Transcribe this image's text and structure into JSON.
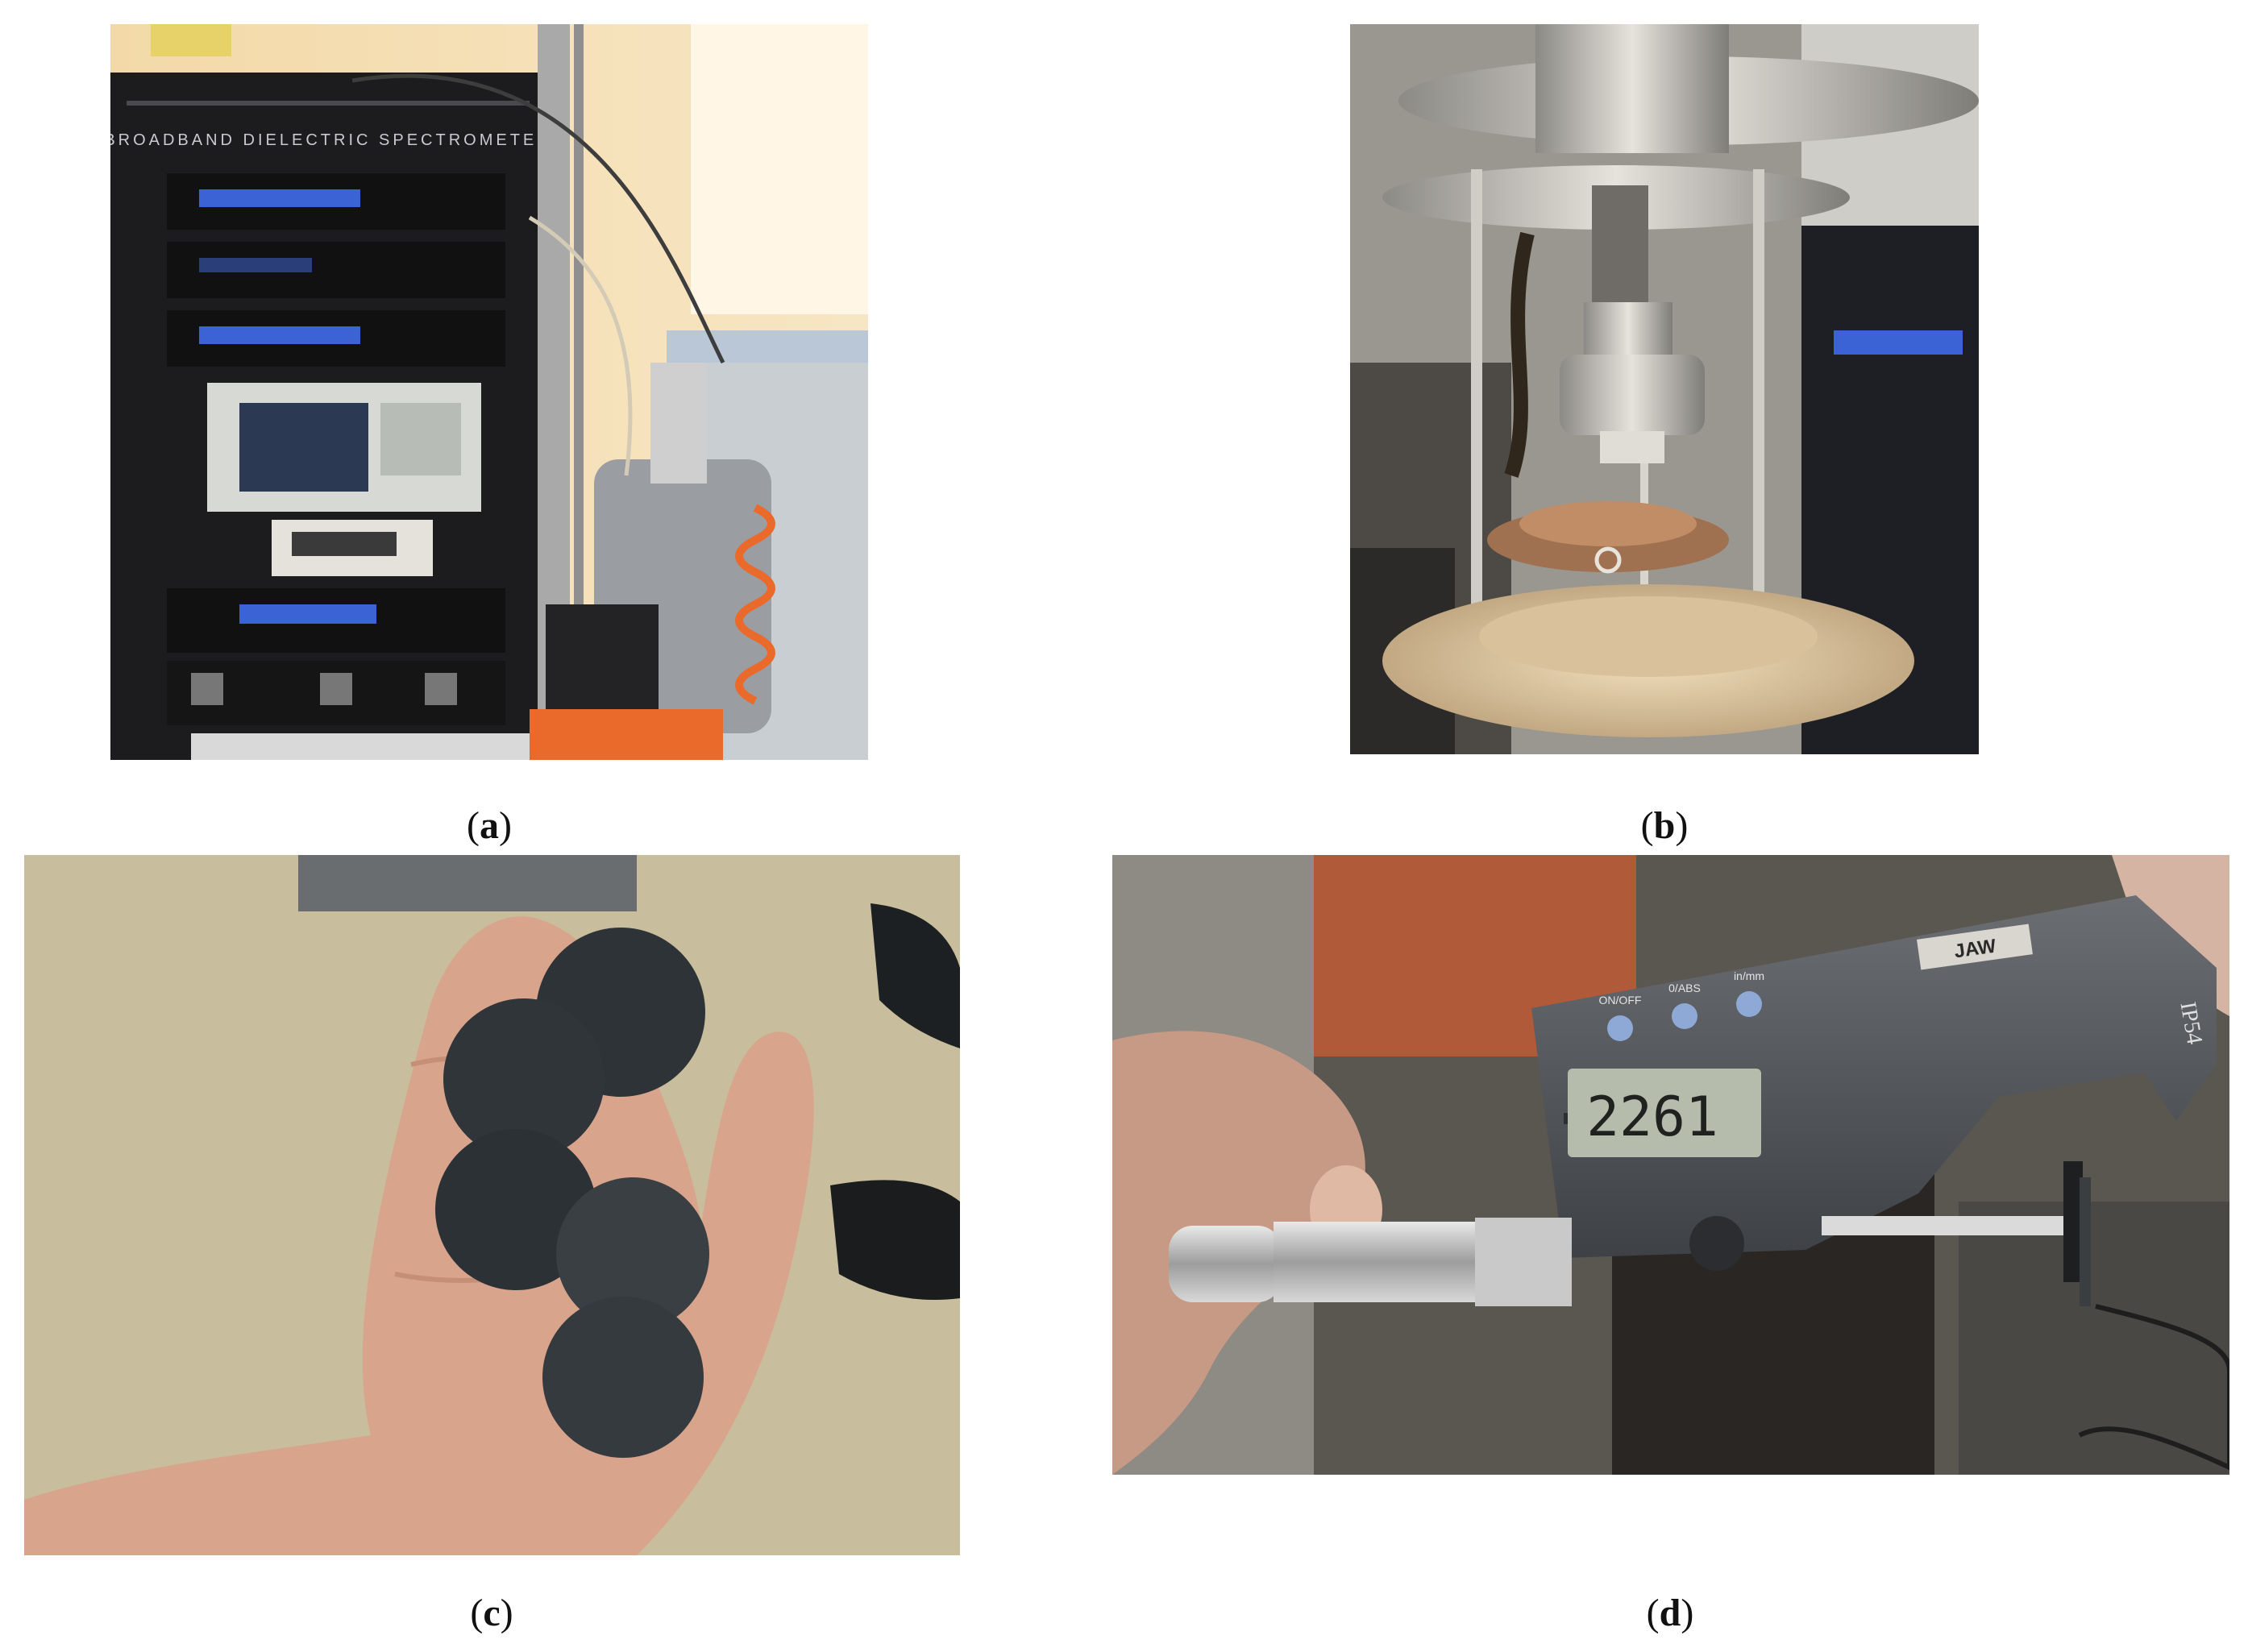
{
  "panels": [
    {
      "id": "a",
      "label_open": "(",
      "label_letter": "a",
      "label_close": ")",
      "rack_title": "BROADBAND DIELECTRIC SPECTROMETER"
    },
    {
      "id": "b",
      "label_open": "(",
      "label_letter": "b",
      "label_close": ")"
    },
    {
      "id": "c",
      "label_open": "(",
      "label_letter": "c",
      "label_close": ")"
    },
    {
      "id": "d",
      "label_open": "(",
      "label_letter": "d",
      "label_close": ")",
      "micrometer_reading": "2261",
      "micrometer_brand": "JAW",
      "micrometer_rating": "IP54",
      "button_labels": [
        "ON/OFF",
        "0/ABS",
        "in/mm"
      ]
    }
  ],
  "colors": {
    "rack": "#1c1c1e",
    "lcd_blue": "#3b63d6",
    "sample_disc": "#2e3338",
    "skin": "#d9a48c",
    "floor": "#c8bd9c",
    "steel": "#b9b6ae",
    "hose_orange": "#e96a2a"
  }
}
